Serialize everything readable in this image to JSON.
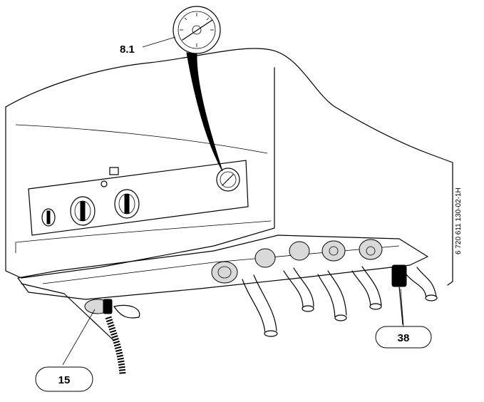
{
  "callouts": {
    "gauge": "8.1",
    "left_fitting": "15",
    "right_fitting": "38"
  },
  "document_code": "6 720 611 130-02-1H"
}
